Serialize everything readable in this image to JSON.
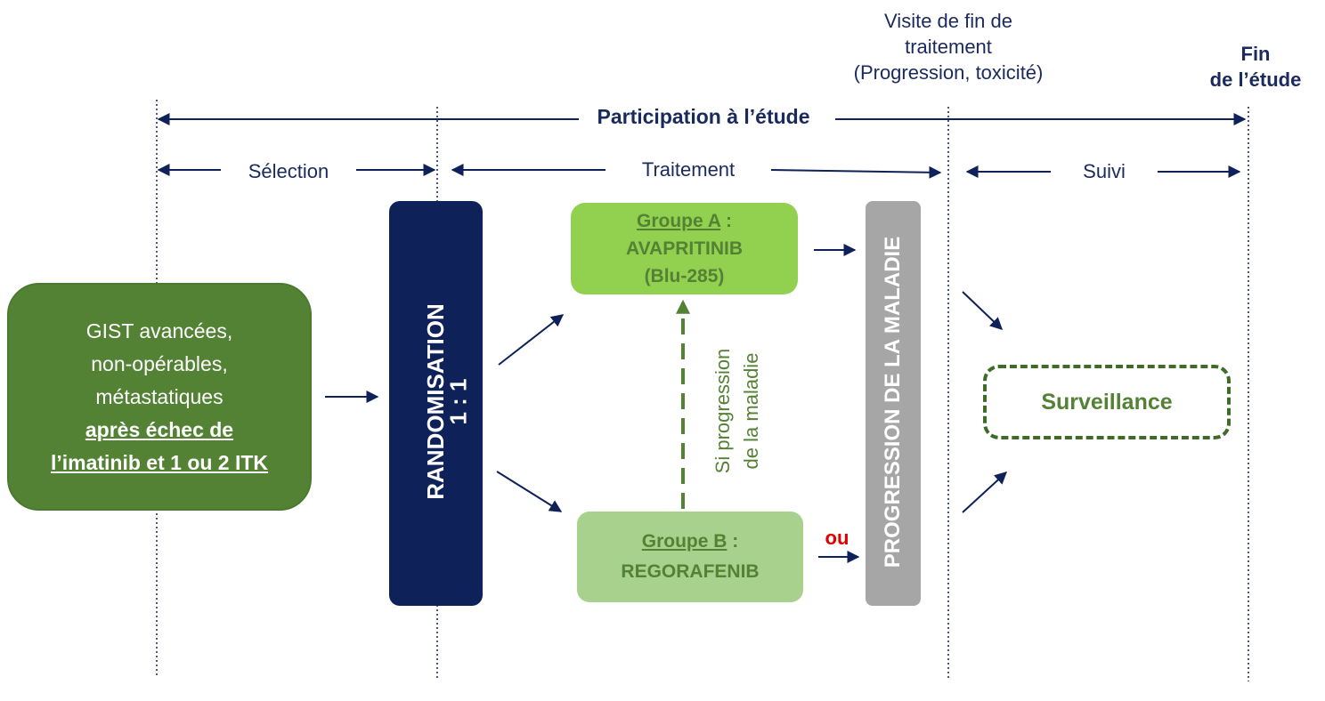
{
  "header": {
    "end_visit_line1": "Visite de fin de",
    "end_visit_line2": "traitement",
    "end_visit_line3": "(Progression, toxicité)",
    "end_study_line1": "Fin",
    "end_study_line2": "de l’étude"
  },
  "timeline": {
    "participation": "Participation à l’étude",
    "selection": "Sélection",
    "treatment": "Traitement",
    "follow_up": "Suivi"
  },
  "population": {
    "line1": "GIST avancées,",
    "line2": "non-opérables,",
    "line3": "métastatiques",
    "line4": "après échec de",
    "line5": "l’imatinib et 1 ou 2 ITK"
  },
  "randomisation": {
    "label": "RANDOMISATION",
    "ratio": "1 : 1"
  },
  "group_a": {
    "name": "Groupe A",
    "colon": " :",
    "drug": "AVAPRITINIB",
    "code": "(Blu-285)"
  },
  "group_b": {
    "name": "Groupe B",
    "colon": " :",
    "drug": "REGORAFENIB"
  },
  "crossover": {
    "line1": "Si progression",
    "line2": "de la maladie"
  },
  "or_label": "ou",
  "progression": "PROGRESSION DE LA MALADIE",
  "surveillance": "Surveillance",
  "colors": {
    "navy": "#0e2158",
    "dark_green": "#548235",
    "light_green": "#92d050",
    "pale_green": "#a9d18e",
    "grey": "#a6a6a6",
    "red": "#e00000"
  }
}
